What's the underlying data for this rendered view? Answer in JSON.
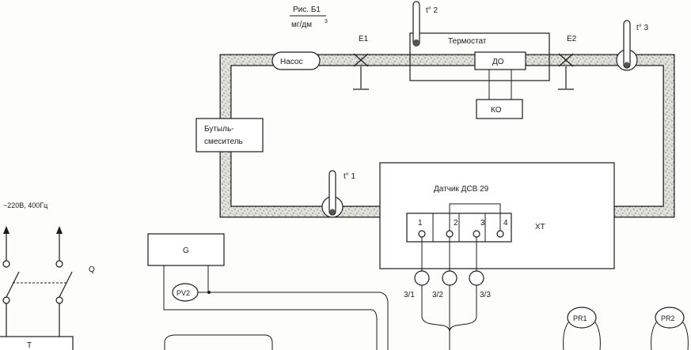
{
  "title": {
    "fig": "Рис. Б1",
    "units": "мг/дм",
    "units_sup": "3"
  },
  "labels": {
    "pump": "Насос",
    "thermostat": "Термостат",
    "do": "ДО",
    "ko": "КО",
    "bottle_line1": "Бутыль-",
    "bottle_line2": "смеситель",
    "e1": "E1",
    "e2": "E2",
    "t1": "t° 1",
    "t2": "t° 2",
    "t3": "t° 3",
    "sensor": "Датчик ДСВ 29",
    "xt": "XT",
    "pin1": "1",
    "pin2": "2",
    "pin3": "3",
    "pin4": "4",
    "c31": "3/1",
    "c32": "3/2",
    "c33": "3/3",
    "supply": "~220В, 400Гц",
    "q": "Q",
    "g": "G",
    "pv2": "PV2",
    "pr1": "PR1",
    "pr2": "PR2",
    "t": "T"
  }
}
